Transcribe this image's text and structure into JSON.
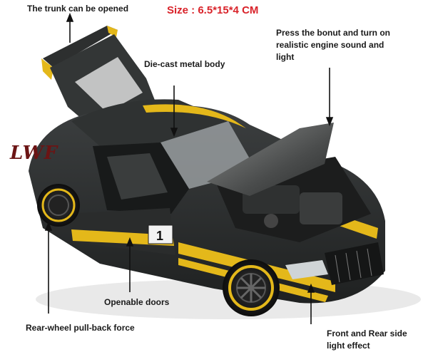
{
  "callouts": {
    "trunk": "The trunk can be opened",
    "size": "Size : 6.5*15*4 CM",
    "bonnet": "Press the bonut and turn on realistic engine sound and light",
    "body": "Die-cast metal body",
    "doors": "Openable doors",
    "pullback": "Rear-wheel pull-back force",
    "lights": "Front and Rear side light effect"
  },
  "logo_text": "LWF",
  "door_number": "1",
  "colors": {
    "body": "#2b2d2d",
    "stripe": "#e4b81a",
    "size_text": "#d9232a",
    "logo": "#6b1414"
  }
}
